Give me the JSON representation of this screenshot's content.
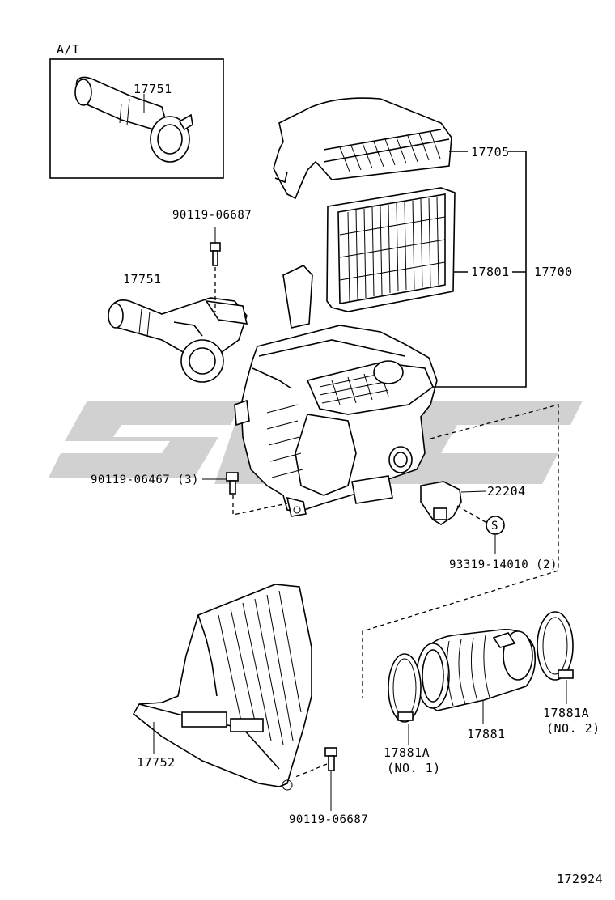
{
  "inset": {
    "label": "A/T",
    "part": "17751"
  },
  "callouts": {
    "p17705": "17705",
    "p17801": "17801",
    "p17700": "17700",
    "p90119_06687_top": "90119-06687",
    "p17751": "17751",
    "p90119_06467": "90119-06467 (3)",
    "p22204": "22204",
    "s_symbol": "S",
    "p93319": "93319-14010 (2)",
    "p17881a_no1": "17881A",
    "p17881a_no1_sub": "(NO. 1)",
    "p17881": "17881",
    "p17881a_no2": "17881A",
    "p17881a_no2_sub": "(NO. 2)",
    "p17752": "17752",
    "p90119_06687_bottom": "90119-06687"
  },
  "figure_number": "172924"
}
